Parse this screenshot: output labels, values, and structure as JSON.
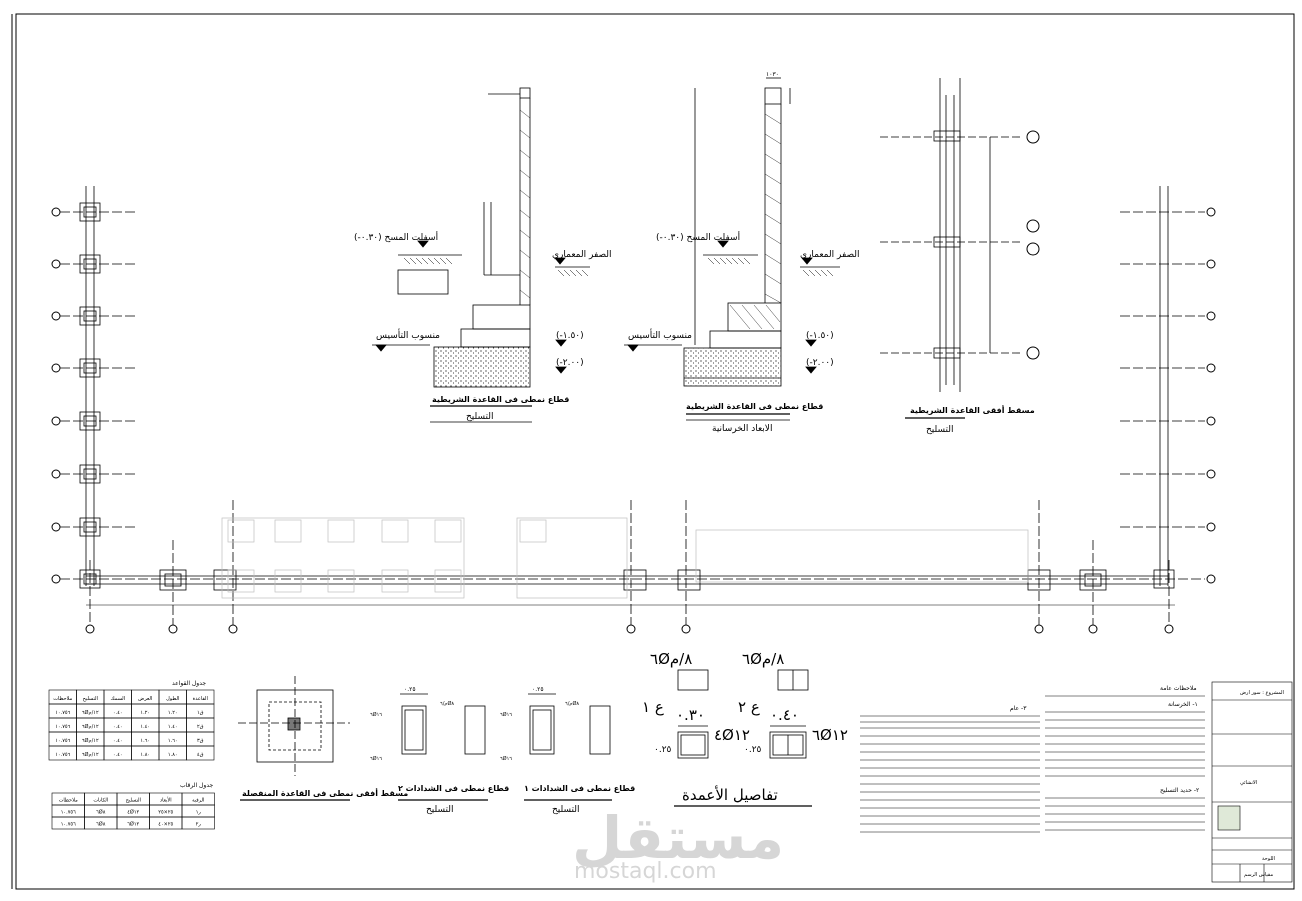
{
  "labels": {
    "sec1_title": "قطاع نمطى فى القاعدة الشريطية",
    "sec1_sub": "التسليح",
    "sec2_title": "قطاع نمطى فى القاعدة الشريطية",
    "sec2_sub": "الابعاد الخرسانية",
    "plan_title": "مسقط أفقى القاعدة الشريطية",
    "plan_sub": "التسليح",
    "asphalt_1": "(-٠.٣٠) أسفلت المسح",
    "asphalt_2": "(-٠.٣٠) أسفلت المسح",
    "zero_1": "الصفر المعماري",
    "zero_2": "الصفر المعماري",
    "found_1": "منسوب التأسيس",
    "found_2": "منسوب التأسيس",
    "lvl_a": "(-١.٥٠)",
    "lvl_b": "(-٢.٠٠)",
    "lvl_c": "(-١.٥٠)",
    "lvl_d": "(-٢.٠٠)",
    "top_dim": "١٠٣٠",
    "footing_table_title": "جدول القواعد",
    "necks_table_title": "جدول الرقاب",
    "isolated_title": "مسقط أفقى نمطى فى القاعدة المنفصلة",
    "stub2_title": "قطاع نمطى فى الشدادات ٢",
    "stub1_title": "قطاع نمطى فى الشدادات ١",
    "stub_sub": "التسليح",
    "col_title": "تفاصيل الأعمدة",
    "c1": "ع ١",
    "c2": "ع ٢",
    "stir1": "٦Ø٨/م",
    "stir2": "٦Ø٨/م",
    "bars1": "٤Ø١٢",
    "bars2": "٦Ø١٢",
    "dim30": "٠.٣٠",
    "dim40": "٠.٤٠",
    "dim25": "٠.٢٥",
    "sb_dim": "٠.٢٥",
    "sb_rebar": "٦Ø١٦",
    "sb_stir": "م/٦Ø٨",
    "notes_head": "ملاحظات عامة",
    "notes_1": "١- الخرسانة",
    "notes_2": "٢- حديد التسليح",
    "notes_3": "٣- عام",
    "tb_project": "المشروع : سور ارض",
    "tb_sheet": "اللوحة",
    "tb_draw": "الانشائي",
    "tb_scale": "مقياس الرسم",
    "wm_text": "مستقل",
    "wm_sub": "mostaql.com"
  },
  "footing_table": {
    "headers": [
      "القاعدة",
      "الطول",
      "العرض",
      "السمك",
      "التسليح",
      "ملاحظات"
    ],
    "rows": [
      [
        "ق١",
        "١.٢٠",
        "١.٢٠",
        "٠.٤٠",
        "٦Ø١٢/م",
        "١٠.٧٥٦"
      ],
      [
        "ق٢",
        "١.٤٠",
        "١.٤٠",
        "٠.٤٠",
        "٦Ø١٢/م",
        "١٠.٧٥٦"
      ],
      [
        "ق٣",
        "١.٦٠",
        "١.٦٠",
        "٠.٤٠",
        "٦Ø١٢/م",
        "١٠.٧٥٦"
      ],
      [
        "ق٤",
        "١.٨٠",
        "١.٨٠",
        "٠.٤٠",
        "٦Ø١٢/م",
        "١٠.٧٥٦"
      ]
    ]
  },
  "necks_table": {
    "headers": [
      "الرقبة",
      "الأبعاد",
      "التسليح",
      "الكانات",
      "ملاحظات"
    ],
    "rows": [
      [
        "ر١",
        "٢٥×٢٥",
        "٤Ø١٢",
        "٦Ø٨",
        "١٠.٧٥٦"
      ],
      [
        "ر٢",
        "٢٥×٤٠",
        "٦Ø١٢",
        "٦Ø٨",
        "١٠.٧٥٦"
      ]
    ]
  },
  "colors": {
    "line": "#000000",
    "faint": "#bfbfbf",
    "watermark": "#d6d6d6"
  },
  "icons": [
    "grid-bubble-icon",
    "level-marker-icon"
  ]
}
